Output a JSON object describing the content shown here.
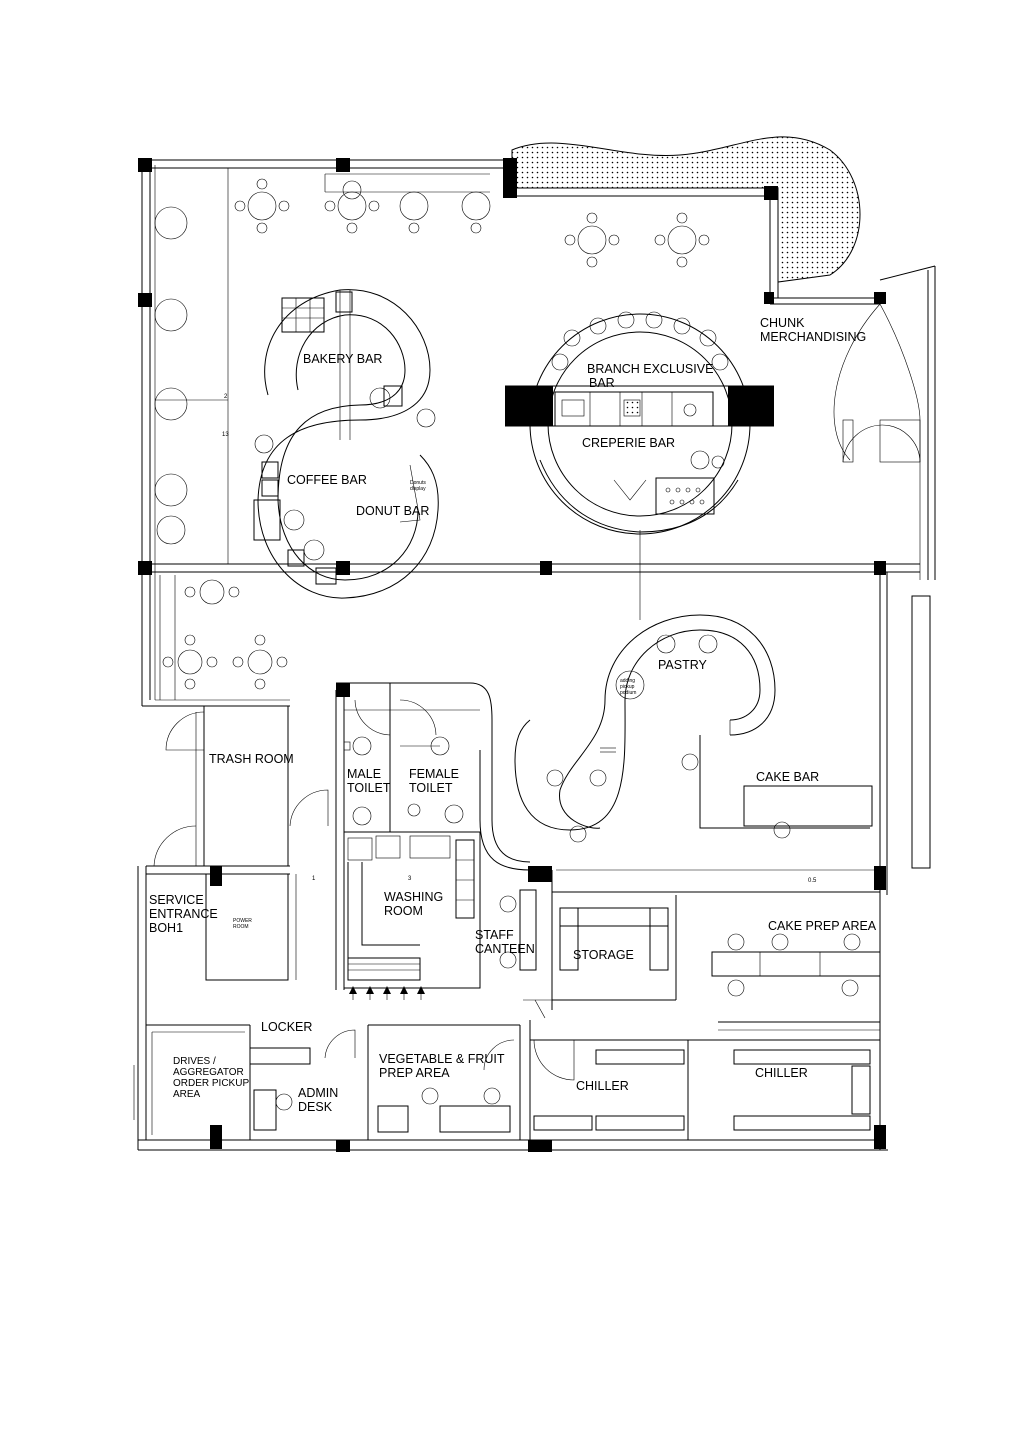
{
  "rooms": {
    "bakery_bar": "BAKERY BAR",
    "coffee_bar": "COFFEE BAR",
    "donut_bar": "DONUT BAR",
    "branch_exclusive_bar_1": "BRANCH EXCLUSIVE",
    "branch_exclusive_bar_2": "BAR",
    "creperie_bar": "CREPERIE BAR",
    "chunk_merch_1": "CHUNK",
    "chunk_merch_2": "MERCHANDISING",
    "pastry": "PASTRY",
    "cake_bar": "CAKE BAR",
    "trash_room": "TRASH ROOM",
    "male_toilet_1": "MALE",
    "male_toilet_2": "TOILET",
    "female_toilet_1": "FEMALE",
    "female_toilet_2": "TOILET",
    "washing_room_1": "WASHING",
    "washing_room_2": "ROOM",
    "staff_canteen_1": "STAFF",
    "staff_canteen_2": "CANTEEN",
    "storage": "STORAGE",
    "cake_prep_area": "CAKE PREP AREA",
    "service_entrance_1": "SERVICE",
    "service_entrance_2": "ENTRANCE",
    "service_entrance_3": "BOH1",
    "locker": "LOCKER",
    "drives_1": "DRIVES /",
    "drives_2": "AGGREGATOR",
    "drives_3": "ORDER PICKUP",
    "drives_4": "AREA",
    "admin_desk_1": "ADMIN",
    "admin_desk_2": "DESK",
    "veg_prep_1": "VEGETABLE & FRUIT",
    "veg_prep_2": "PREP AREA",
    "chiller_1": "CHILLER",
    "chiller_2": "CHILLER"
  },
  "small_notes": {
    "donut_display_1": "Donuts",
    "donut_display_2": "display",
    "podium_1": "adding",
    "podium_2": "pickup",
    "podium_3": "podium",
    "power_room_1": "POWER",
    "power_room_2": "ROOM"
  },
  "dimensions": {
    "d2": "2",
    "d13": "13",
    "d1": "1",
    "d3": "3",
    "d05": "0.5"
  }
}
